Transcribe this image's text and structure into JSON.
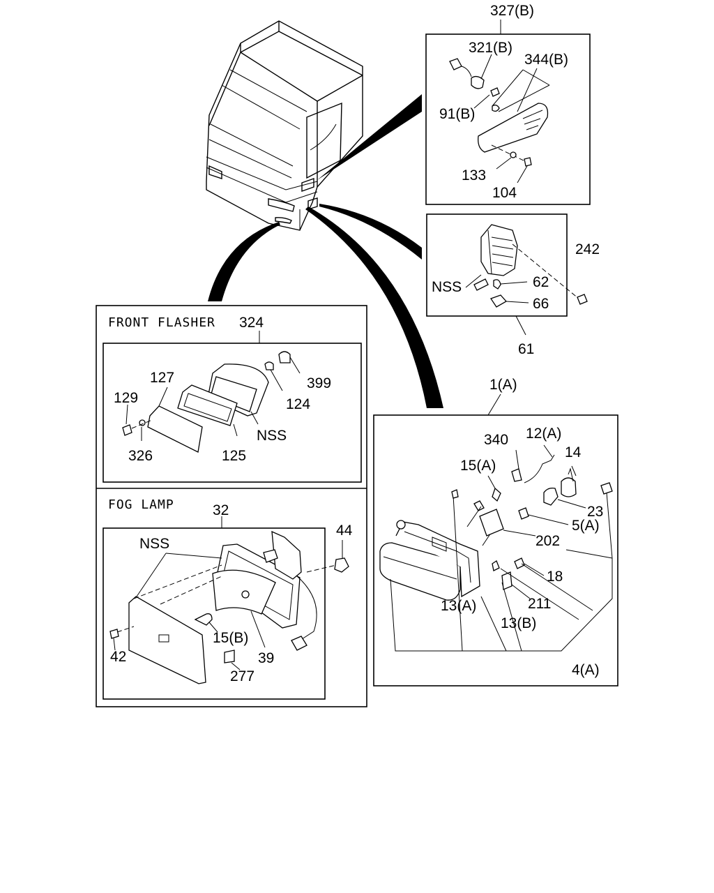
{
  "sections": {
    "front_flasher": {
      "title": "FRONT  FLASHER",
      "number": "324"
    },
    "fog_lamp": {
      "title": "FOG  LAMP",
      "number": "32"
    }
  },
  "callouts": {
    "c327b": "327(B)",
    "c321b": "321(B)",
    "c344b": "344(B)",
    "c91b": "91(B)",
    "c133": "133",
    "c104": "104",
    "c242": "242",
    "c62": "62",
    "c66": "66",
    "c61": "61",
    "nss_side": "NSS",
    "c399": "399",
    "c124": "124",
    "c127": "127",
    "c129": "129",
    "c326": "326",
    "c125": "125",
    "nss_flasher": "NSS",
    "nss_fog": "NSS",
    "c44": "44",
    "c15b": "15(B)",
    "c42": "42",
    "c39": "39",
    "c277": "277",
    "c1a": "1(A)",
    "c12a": "12(A)",
    "c340": "340",
    "c14": "14",
    "c15a": "15(A)",
    "c23": "23",
    "c5a": "5(A)",
    "c202": "202",
    "c18": "18",
    "c211": "211",
    "c13a": "13(A)",
    "c13b": "13(B)",
    "c4a": "4(A)"
  }
}
